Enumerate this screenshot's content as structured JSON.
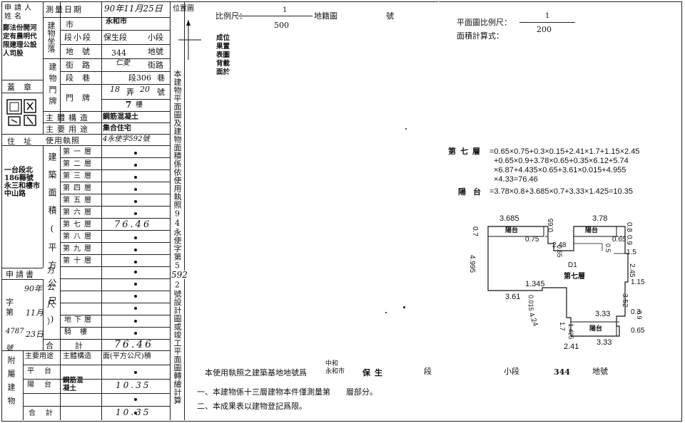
{
  "left_form": {
    "applicant_label": "申請人姓名",
    "applicant_name": "鄭法份開河定有晨明代限建理公設人司股",
    "survey_date_label": "測量日期",
    "survey_date_value": "90年11月25日",
    "building_location_label": "建物坐落",
    "city_label": "市",
    "city_value": "永和市",
    "section_label": "段小段",
    "section_value": "保生段",
    "subsection_suffix": "小段",
    "lot_label": "地號",
    "lot_value": "344",
    "lot_suffix": "地號",
    "door_plate_label": "建物門牌",
    "street_label": "街路",
    "street_value": "仁愛",
    "street_suffix": "街路",
    "lane_label": "段巷",
    "lane_value": "段306",
    "lane_suffix": "巷",
    "door_label": "門牌",
    "alley_value": "18",
    "alley_suffix": "弄",
    "number_value": "20",
    "number_suffix": "號",
    "floor_value": "7",
    "floor_suffix": "樓",
    "seal_label": "蓋章",
    "address_label": "住址",
    "address_text": "一台段北186縣號永三和樓市中山路",
    "main_structure_label": "主體構造",
    "main_structure_value": "鋼筋混凝土",
    "main_use_label": "主要用途",
    "main_use_value": "集合住宅",
    "license_label": "使用執照",
    "license_value": "4永使字592號",
    "area_label": "建築面積(平方公尺)",
    "floors": [
      {
        "label": "第一層",
        "value": "●"
      },
      {
        "label": "第二層",
        "value": "●"
      },
      {
        "label": "第三層",
        "value": "●"
      },
      {
        "label": "第四層",
        "value": "●"
      },
      {
        "label": "第五層",
        "value": "●"
      },
      {
        "label": "第六層",
        "value": "●"
      },
      {
        "label": "第七層",
        "value": "76.46"
      },
      {
        "label": "第八層",
        "value": "●"
      },
      {
        "label": "第九層",
        "value": "●"
      },
      {
        "label": "第十層",
        "value": "●"
      }
    ],
    "underground_label": "地下層",
    "rooftop_label": "騎樓",
    "total_label": "合計",
    "total_value": "76.46",
    "application_label": "申請書",
    "app_year": "90年",
    "app_month": "11月",
    "app_day": "23日",
    "app_number": "4787號",
    "app_prefix": "字第",
    "attached_label": "附屬建物",
    "attached_header_use": "主要用途",
    "attached_header_structure": "主體構造",
    "attached_header_area": "面(平方公尺)積",
    "attached_rows": [
      {
        "use": "平台",
        "structure": "",
        "value": "●"
      },
      {
        "use": "陽台",
        "structure": "鋼筋混凝土",
        "value": "10.35"
      },
      {
        "use": "",
        "structure": "",
        "value": "●"
      },
      {
        "use": "",
        "structure": "",
        "value": "●"
      }
    ],
    "attached_total_label": "合計",
    "attached_total_value": "10.35"
  },
  "middle_text": {
    "location_map_label": "位置圖",
    "scale_label": "比例尺：",
    "scale_numerator": "1",
    "scale_denominator": "500",
    "cadastral_label": "地籍圖",
    "number_label": "號",
    "vertical_notice": "本建物平面圖及建物面積係依使用執照94永使字第592號設計圖或竣工平面圖轉繪計算",
    "handwritten_592": "592",
    "footnote_stamp": "成位果置表圖背載面於",
    "cert_line": "本使用執照之建築基地地號爲",
    "cert_city": "永和市",
    "cert_city_sub": "中和",
    "cert_section": "保生",
    "cert_duan": "段",
    "cert_sub": "小段",
    "cert_lot": "344",
    "cert_lot_suffix": "地號",
    "note1": "一、本建物係十三層建物本件僅測量第　　層部分。",
    "note2": "二、本成果表以建物登記爲限。"
  },
  "right_panel": {
    "plan_scale_label": "平面圖比例尺：",
    "plan_scale_numerator": "1",
    "plan_scale_denominator": "200",
    "area_formula_label": "面積計算式：",
    "floor7_label": "第七層",
    "floor7_formula_l1": "=0.65×0.75+0.3×0.15+2.41×1.7+1.15×2.45",
    "floor7_formula_l2": "+0.65×0.9+3.78×0.65+0.35×6.12+5.74",
    "floor7_formula_l3": "×6.87+4.435×0.65+3.61×0.015+4.955",
    "floor7_formula_l4": "×4.33=76.46",
    "balcony_label": "陽台",
    "balcony_formula": "=3.78×0.8+3.685×0.7+3.33×1.425=10.35",
    "plan_labels": {
      "d3685": "3.685",
      "d378": "3.78",
      "balcony_tl": "陽台",
      "balcony_tr": "陽台",
      "d07": "0.7",
      "d065a": "0.65",
      "d075": "0.75",
      "d065b": "0.65",
      "d08": "0.8",
      "d09": "0.9",
      "d248": "2.48",
      "d065c": "0.65",
      "d05": "0.5",
      "d15": "1.5",
      "d4995": "4.995",
      "d245": "2.45",
      "room_id": "D1",
      "room_name": "第七層",
      "d1345": "1.345",
      "d115": "1.15",
      "d361": "3.61",
      "d0015": "0.015",
      "d352": "3.52",
      "d424": "4.24",
      "d333a": "3.33",
      "d03": "0.3",
      "d09b": "0.9",
      "d17": "1.7",
      "d1425": "1.425",
      "balcony_bot": "陽台",
      "d065d": "0.65",
      "d333b": "3.33",
      "d241": "2.41"
    }
  }
}
